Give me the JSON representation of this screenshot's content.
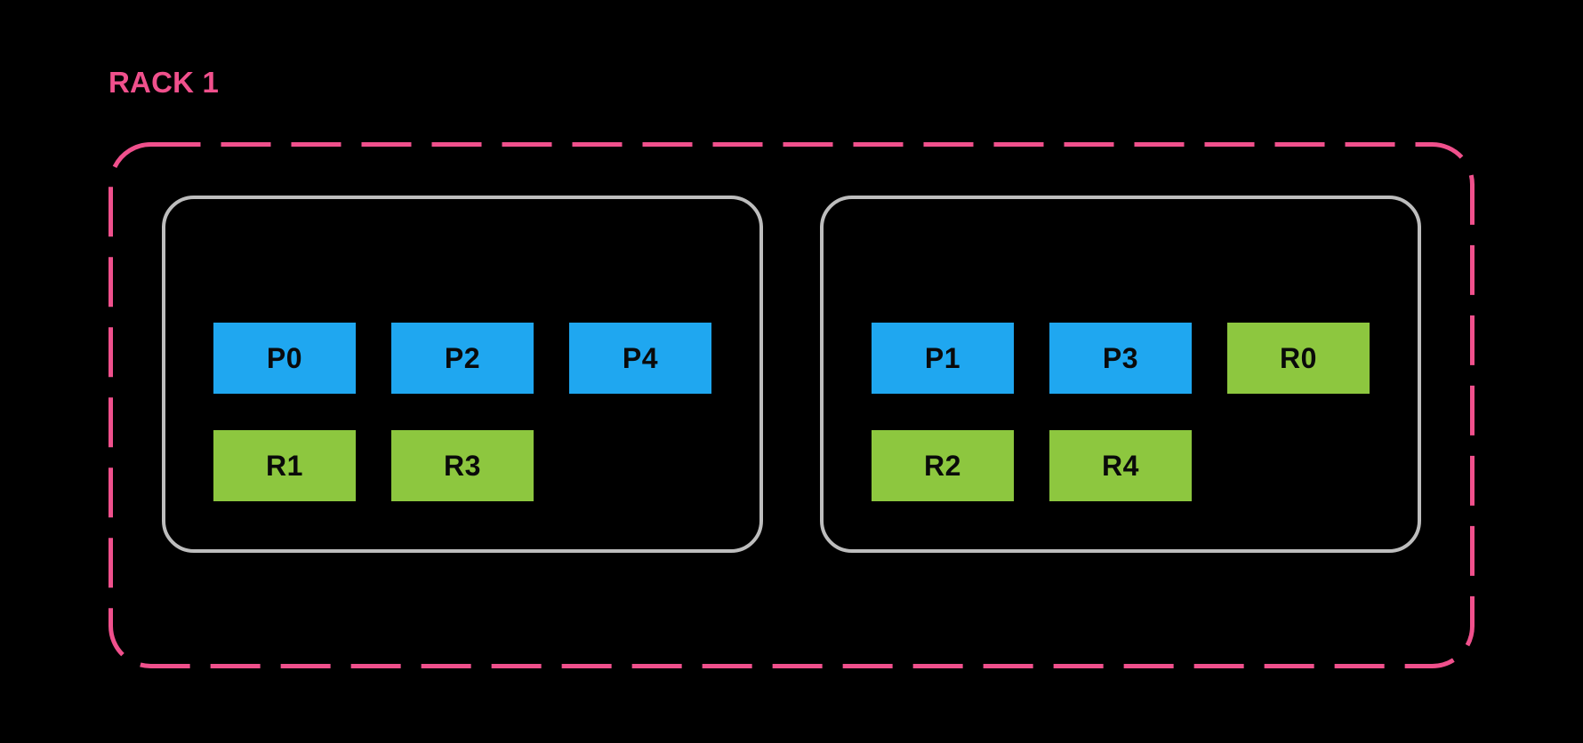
{
  "rack": {
    "name": "RACK 1",
    "nodes": [
      {
        "id": "node-1",
        "blocks": [
          {
            "label": "P0",
            "type": "primary"
          },
          {
            "label": "P2",
            "type": "primary"
          },
          {
            "label": "P4",
            "type": "primary"
          },
          {
            "label": "R1",
            "type": "replica"
          },
          {
            "label": "R3",
            "type": "replica"
          }
        ]
      },
      {
        "id": "node-2",
        "blocks": [
          {
            "label": "P1",
            "type": "primary"
          },
          {
            "label": "P3",
            "type": "primary"
          },
          {
            "label": "R0",
            "type": "replica"
          },
          {
            "label": "R2",
            "type": "replica"
          },
          {
            "label": "R4",
            "type": "replica"
          }
        ]
      }
    ]
  },
  "colors": {
    "background": "#000000",
    "rack_border": "#F0508C",
    "rack_label": "#F0508C",
    "node_border": "#BDBDBD",
    "primary_block": "#1FA7F0",
    "replica_block": "#8DC73F",
    "block_text": "#0A0A0A"
  }
}
